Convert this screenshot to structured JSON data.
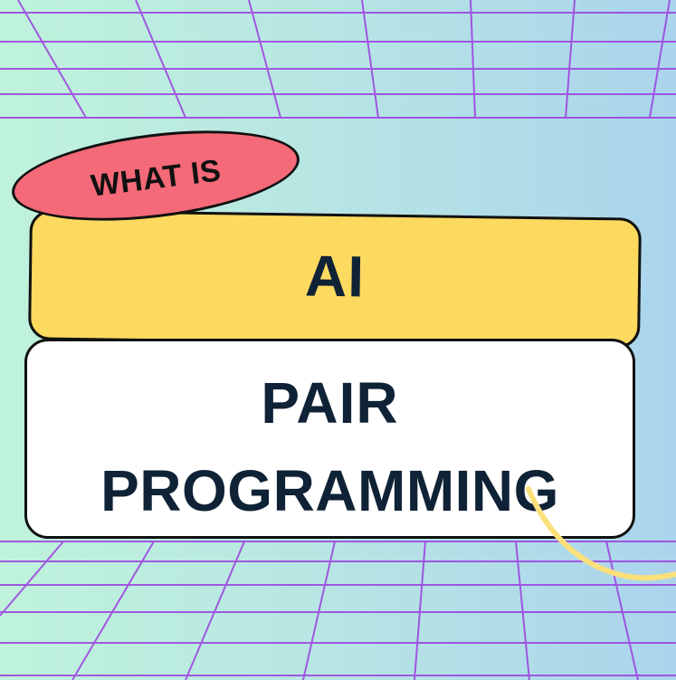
{
  "graphic": {
    "tag_text": "WHAT IS",
    "banner_text": "AI",
    "card_line_1": "PAIR",
    "card_line_2": "PROGRAMMING"
  },
  "colors": {
    "background_left": "#bff3dc",
    "background_right": "#abd4ec",
    "grid_lines": "#9b3fe0",
    "tag_fill": "#f46a78",
    "banner_fill": "#fcda5f",
    "card_fill": "#ffffff",
    "text": "#0f2236",
    "outline": "#111111",
    "swoosh": "#fce07a"
  }
}
